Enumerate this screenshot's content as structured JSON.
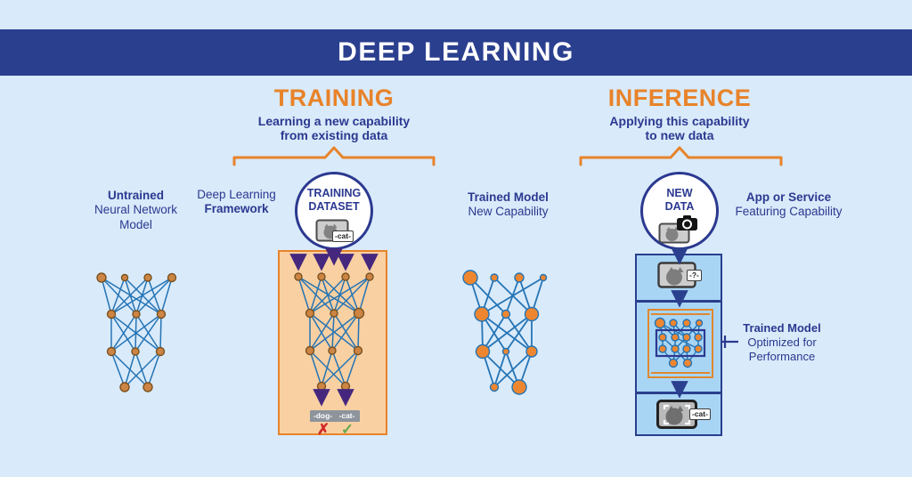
{
  "header": {
    "title": "DEEP LEARNING"
  },
  "training": {
    "title": "TRAINING",
    "subtitle": [
      "Learning a new capability",
      "from existing data"
    ],
    "untrained_label": [
      "Untrained",
      "Neural Network",
      "Model"
    ],
    "framework_label": [
      "Deep Learning",
      "Framework"
    ],
    "dataset_circle": [
      "TRAINING",
      "DATASET"
    ],
    "dataset_tag": "-cat-",
    "trained_label": [
      "Trained Model",
      "New Capability"
    ],
    "output_dog": "-dog-",
    "output_cat": "-cat-",
    "wrong_mark": "✗",
    "right_mark": "✓"
  },
  "inference": {
    "title": "INFERENCE",
    "subtitle": [
      "Applying this capability",
      "to new data"
    ],
    "new_data_circle": [
      "NEW",
      "DATA"
    ],
    "input_tag": "-?-",
    "output_tag": "-cat-",
    "app_label": [
      "App or Service",
      "Featuring Capability"
    ],
    "optimized_label": [
      "Trained Model",
      "Optimized for",
      "Performance"
    ]
  },
  "colors": {
    "header_bg": "#2a3f8e",
    "accent_orange": "#e8832a",
    "navy_text": "#2b3990",
    "background": "#d9eafa",
    "edge_blue": "#2474b5",
    "node_orange": "#ee8630",
    "arrow_purple": "#45277d",
    "wrong_red": "#cf2a2a",
    "right_green": "#69a84f"
  }
}
